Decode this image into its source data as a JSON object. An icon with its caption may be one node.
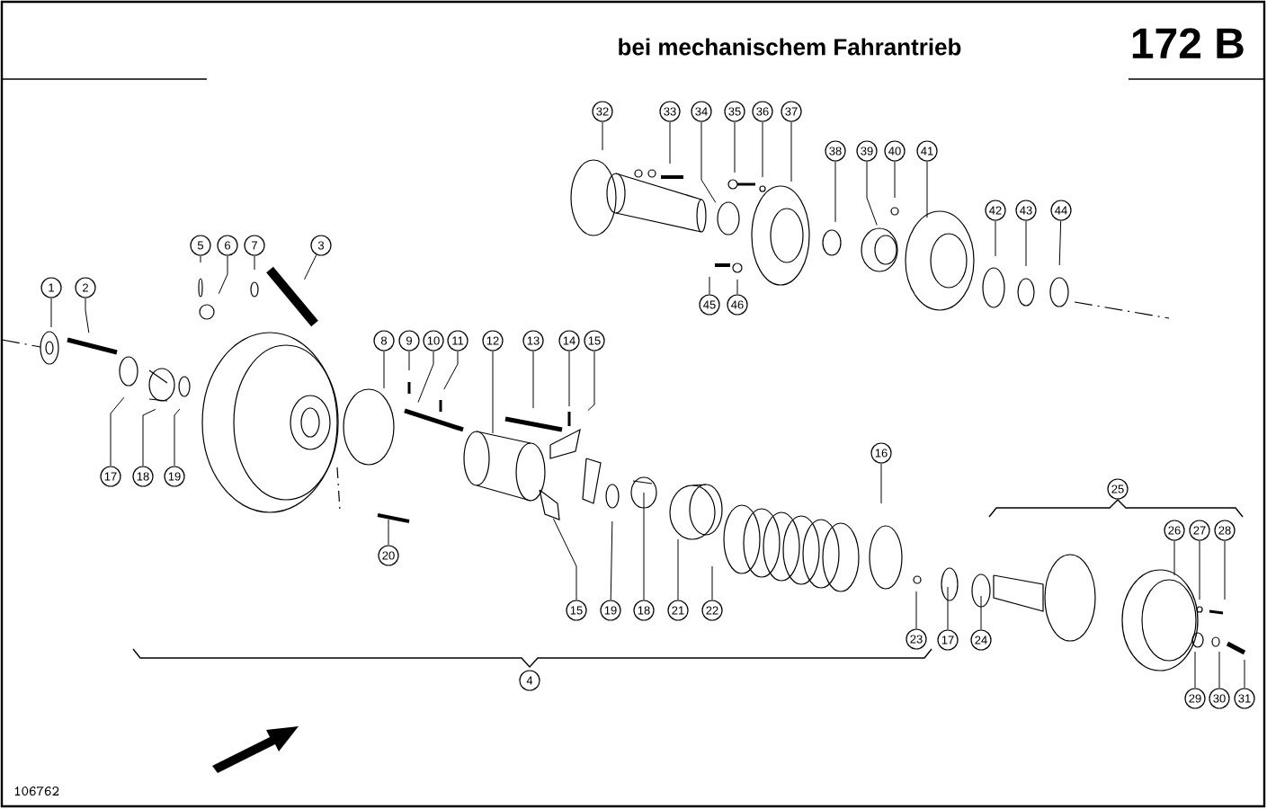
{
  "diagram": {
    "title": "bei mechanischem Fahrantrieb",
    "nodes": [
      {
        "text": [
          "32"
        ]
      },
      {
        "text": [
          "33"
        ]
      },
      {
        "text": [
          "34"
        ]
      },
      {
        "text": [
          "35"
        ]
      },
      {
        "text": [
          "36"
        ]
      },
      {
        "text": [
          "37"
        ]
      },
      {
        "text": [
          "38"
        ]
      },
      {
        "text": [
          "39"
        ]
      },
      {
        "text": [
          "40"
        ]
      },
      {
        "text": [
          "41"
        ]
      },
      {
        "text": [
          "42"
        ]
      },
      {
        "text": [
          "43"
        ]
      },
      {
        "text": [
          "44"
        ]
      },
      {
        "text": [
          "5"
        ]
      },
      {
        "text": [
          "6"
        ]
      },
      {
        "text": [
          "7"
        ]
      },
      {
        "text": [
          "3"
        ]
      },
      {
        "text": [
          "1"
        ]
      },
      {
        "text": [
          "2"
        ]
      },
      {
        "text": [
          "45"
        ]
      },
      {
        "text": [
          "46"
        ]
      },
      {
        "text": [
          "8"
        ]
      },
      {
        "text": [
          "9"
        ]
      },
      {
        "text": [
          "10"
        ]
      },
      {
        "text": [
          "11"
        ]
      },
      {
        "text": [
          "12"
        ]
      },
      {
        "text": [
          "13"
        ]
      },
      {
        "text": [
          "14"
        ]
      },
      {
        "text": [
          "15"
        ]
      },
      {
        "text": [
          "16"
        ]
      },
      {
        "text": [
          "17"
        ]
      },
      {
        "text": [
          "18"
        ]
      },
      {
        "text": [
          "19"
        ]
      },
      {
        "text": [
          "25"
        ]
      },
      {
        "text": [
          "26"
        ]
      },
      {
        "text": [
          "27"
        ]
      },
      {
        "text": [
          "28"
        ]
      },
      {
        "text": [
          "20"
        ]
      },
      {
        "text": [
          "15"
        ]
      },
      {
        "text": [
          "19"
        ]
      },
      {
        "text": [
          "18"
        ]
      },
      {
        "text": [
          "21"
        ]
      },
      {
        "text": [
          "22"
        ]
      },
      {
        "text": [
          "23"
        ]
      },
      {
        "text": [
          "17"
        ]
      },
      {
        "text": [
          "24"
        ]
      },
      {
        "text": [
          "4"
        ]
      },
      {
        "text": [
          "29"
        ]
      },
      {
        "text": [
          "30"
        ]
      },
      {
        "text": [
          "31"
        ]
      }
    ],
    "edges": [
      {
        "from": 0,
        "to": null,
        "arrow": "none"
      },
      {
        "from": 1,
        "to": null,
        "arrow": "none"
      },
      {
        "from": 2,
        "to": null,
        "arrow": "none"
      },
      {
        "from": 3,
        "to": null,
        "arrow": "none"
      },
      {
        "from": 4,
        "to": null,
        "arrow": "none"
      },
      {
        "from": 5,
        "to": null,
        "arrow": "none"
      },
      {
        "from": 6,
        "to": null,
        "arrow": "none"
      },
      {
        "from": 7,
        "to": null,
        "arrow": "none"
      },
      {
        "from": 8,
        "to": null,
        "arrow": "none"
      },
      {
        "from": 9,
        "to": null,
        "arrow": "none"
      },
      {
        "from": 10,
        "to": null,
        "arrow": "none"
      },
      {
        "from": 11,
        "to": null,
        "arrow": "none"
      },
      {
        "from": 12,
        "to": null,
        "arrow": "none"
      },
      {
        "from": 13,
        "to": null,
        "arrow": "none"
      },
      {
        "from": 14,
        "to": null,
        "arrow": "none"
      },
      {
        "from": 15,
        "to": null,
        "arrow": "none"
      },
      {
        "from": 16,
        "to": null,
        "arrow": "none"
      },
      {
        "from": 17,
        "to": null,
        "arrow": "none"
      },
      {
        "from": 18,
        "to": null,
        "arrow": "none"
      },
      {
        "from": 19,
        "to": null,
        "arrow": "none"
      },
      {
        "from": 20,
        "to": null,
        "arrow": "none"
      },
      {
        "from": 21,
        "to": null,
        "arrow": "none"
      },
      {
        "from": 22,
        "to": null,
        "arrow": "none"
      },
      {
        "from": 23,
        "to": null,
        "arrow": "none"
      },
      {
        "from": 24,
        "to": null,
        "arrow": "none"
      },
      {
        "from": 25,
        "to": null,
        "arrow": "none"
      },
      {
        "from": 26,
        "to": null,
        "arrow": "none"
      },
      {
        "from": 27,
        "to": null,
        "arrow": "none"
      },
      {
        "from": 28,
        "to": null,
        "arrow": "none"
      },
      {
        "from": 29,
        "to": null,
        "arrow": "none"
      },
      {
        "from": 30,
        "to": null,
        "arrow": "none"
      },
      {
        "from": 31,
        "to": null,
        "arrow": "none"
      },
      {
        "from": 32,
        "to": null,
        "arrow": "none"
      },
      {
        "from": 34,
        "to": null,
        "arrow": "none"
      },
      {
        "from": 35,
        "to": null,
        "arrow": "none"
      },
      {
        "from": 36,
        "to": null,
        "arrow": "none"
      },
      {
        "from": 37,
        "to": null,
        "arrow": "none"
      },
      {
        "from": 38,
        "to": null,
        "arrow": "none"
      },
      {
        "from": 39,
        "to": null,
        "arrow": "none"
      },
      {
        "from": 40,
        "to": null,
        "arrow": "none"
      },
      {
        "from": 41,
        "to": null,
        "arrow": "none"
      },
      {
        "from": 42,
        "to": null,
        "arrow": "none"
      },
      {
        "from": 43,
        "to": null,
        "arrow": "none"
      },
      {
        "from": 44,
        "to": null,
        "arrow": "none"
      },
      {
        "from": 45,
        "to": null,
        "arrow": "none"
      },
      {
        "from": 47,
        "to": null,
        "arrow": "none"
      },
      {
        "from": 48,
        "to": null,
        "arrow": "none"
      },
      {
        "from": 49,
        "to": null,
        "arrow": "none"
      }
    ],
    "labels": [
      "172 B",
      "106762"
    ]
  }
}
